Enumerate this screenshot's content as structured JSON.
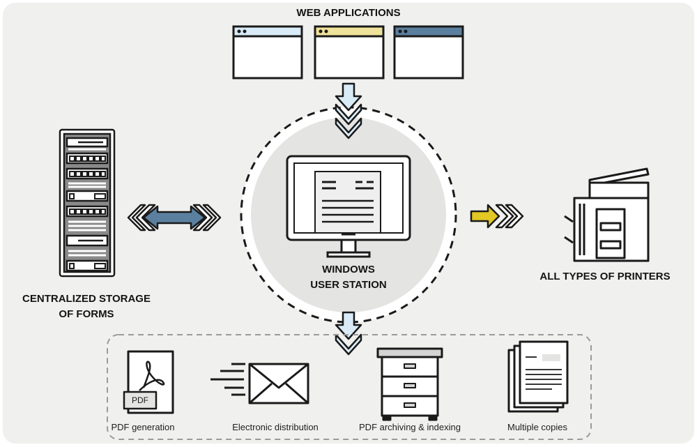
{
  "labels": {
    "web_applications": "WEB APPLICATIONS",
    "station_line1": "WINDOWS",
    "station_line2": "USER STATION",
    "printers": "ALL TYPES OF PRINTERS",
    "storage_line1": "CENTRALIZED STORAGE",
    "storage_line2": "OF FORMS"
  },
  "outputs": [
    {
      "label": "PDF generation",
      "icon": "pdf-document-icon"
    },
    {
      "label": "Electronic distribution",
      "icon": "envelope-icon"
    },
    {
      "label": "PDF archiving & indexing",
      "icon": "filing-cabinet-icon"
    },
    {
      "label": "Multiple copies",
      "icon": "document-stack-icon"
    }
  ],
  "pdf_badge": "PDF",
  "colors": {
    "background": "#f0f0ef",
    "outline": "#1a1a1a",
    "window_light_blue": "#d8ebf7",
    "window_yellow": "#efe29a",
    "window_steel_blue": "#5b7f9e",
    "arrow_light_blue": "#d8ebf7",
    "arrow_steel_blue": "#5b7f9e",
    "arrow_yellow": "#e3c724",
    "circle_fill": "#e4e4e3"
  }
}
